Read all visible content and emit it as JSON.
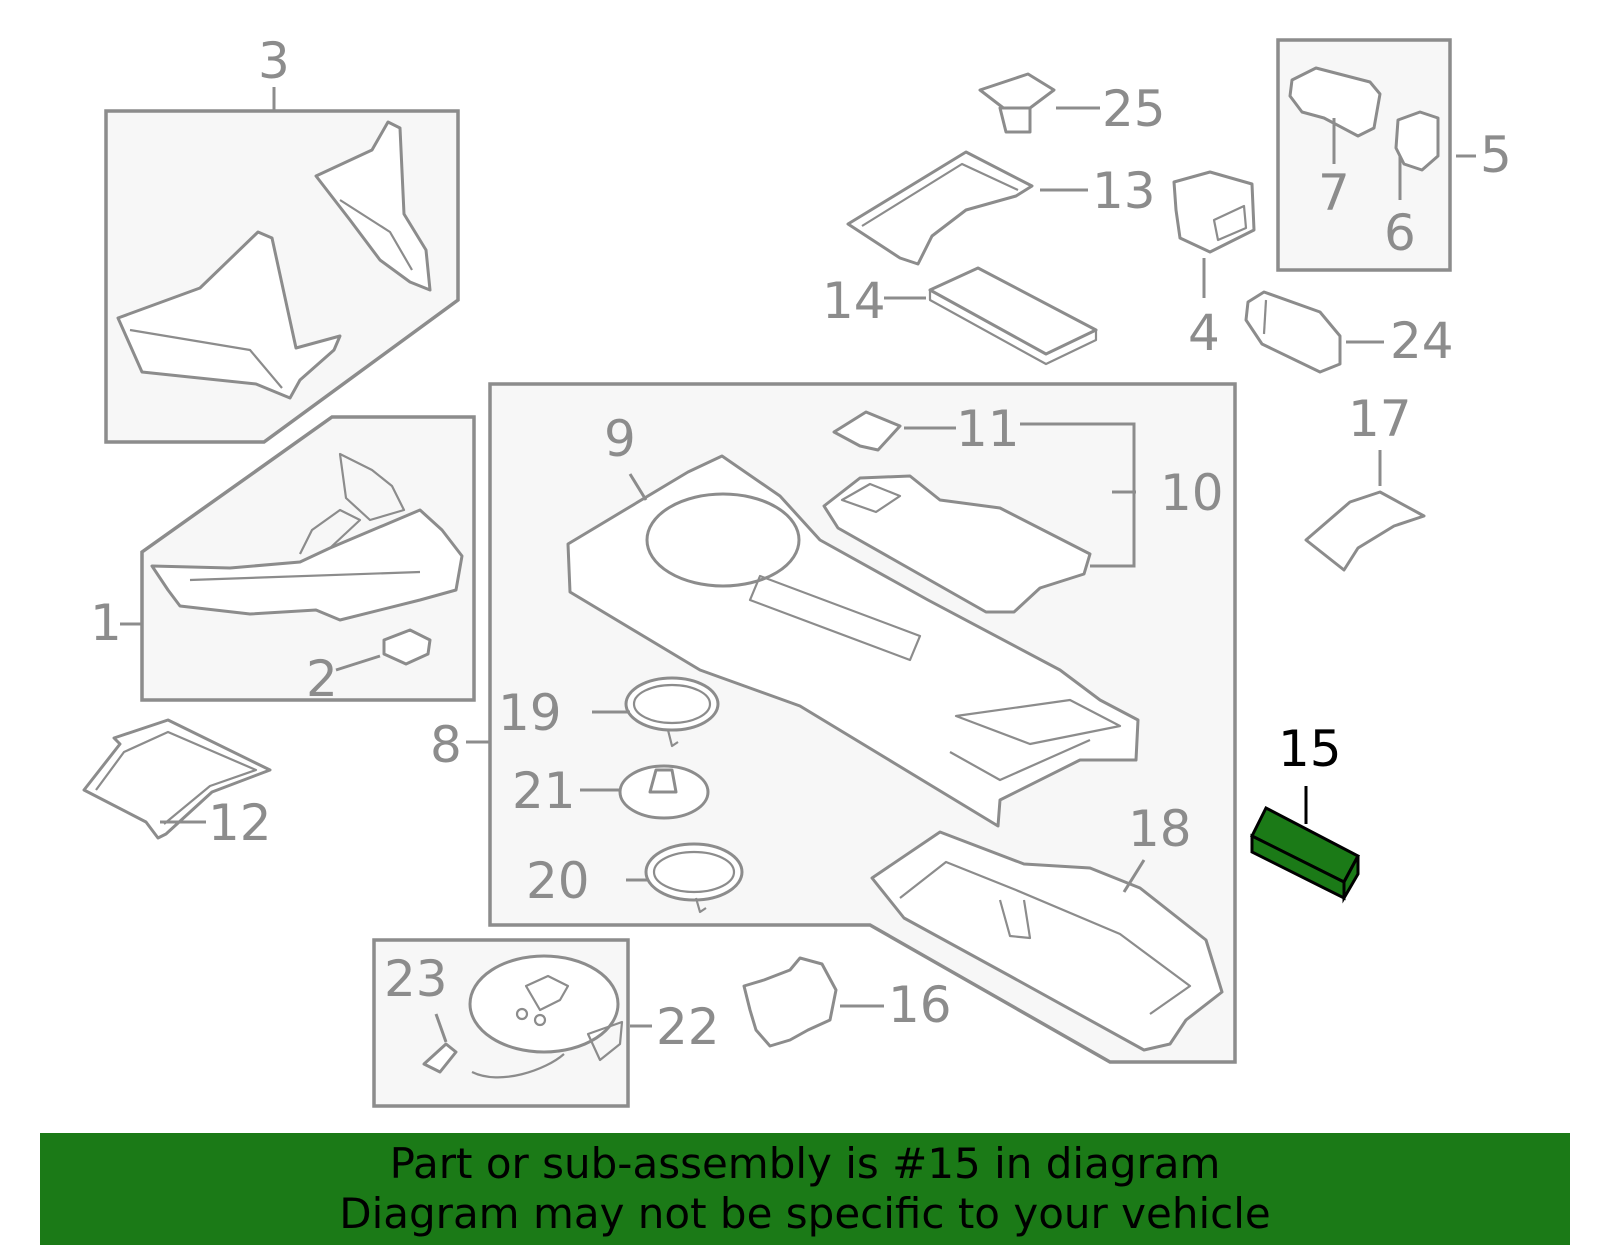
{
  "diagram": {
    "callouts": {
      "c1": "1",
      "c2": "2",
      "c3": "3",
      "c4": "4",
      "c5": "5",
      "c6": "6",
      "c7": "7",
      "c8": "8",
      "c9": "9",
      "c10": "10",
      "c11": "11",
      "c12": "12",
      "c13": "13",
      "c14": "14",
      "c15": "15",
      "c16": "16",
      "c17": "17",
      "c18": "18",
      "c19": "19",
      "c20": "20",
      "c21": "21",
      "c22": "22",
      "c23": "23",
      "c24": "24",
      "c25": "25"
    },
    "highlighted_part": "15",
    "colors": {
      "line": "#8c8c8c",
      "box_fill": "#f7f7f7",
      "highlight": "#1b7a17",
      "highlight_text": "#000000"
    }
  },
  "banner": {
    "line1": "Part or sub-assembly is #15 in diagram",
    "line2": "Diagram may not be specific to your vehicle"
  }
}
